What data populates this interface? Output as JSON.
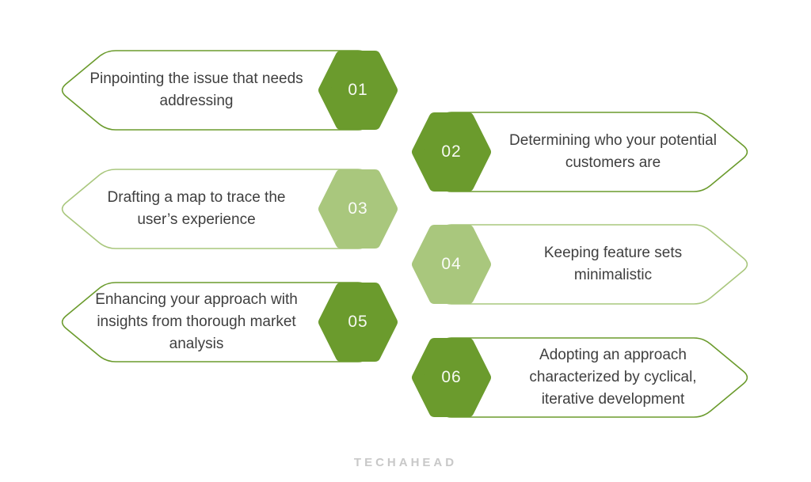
{
  "brand": {
    "logo_text": "TECHAHEAD",
    "logo_color": "#c8c8c8"
  },
  "colors": {
    "dark_green": "#6b9b2d",
    "light_green": "#a9c77d",
    "label_text": "#3f3f3f",
    "number_text": "#ffffff",
    "background": "#ffffff"
  },
  "items": [
    {
      "number": "01",
      "label": "Pinpointing the issue that needs addressing",
      "side": "left",
      "color": "#6b9b2d"
    },
    {
      "number": "02",
      "label": "Determining who your potential customers are",
      "side": "right",
      "color": "#6b9b2d"
    },
    {
      "number": "03",
      "label": "Drafting a map to trace the user’s experience",
      "side": "left",
      "color": "#a9c77d"
    },
    {
      "number": "04",
      "label": "Keeping feature sets minimalistic",
      "side": "right",
      "color": "#a9c77d"
    },
    {
      "number": "05",
      "label": "Enhancing your approach with insights from thorough market analysis",
      "side": "left",
      "color": "#6b9b2d"
    },
    {
      "number": "06",
      "label": "Adopting an approach characterized by cyclical, iterative development",
      "side": "right",
      "color": "#6b9b2d"
    }
  ]
}
